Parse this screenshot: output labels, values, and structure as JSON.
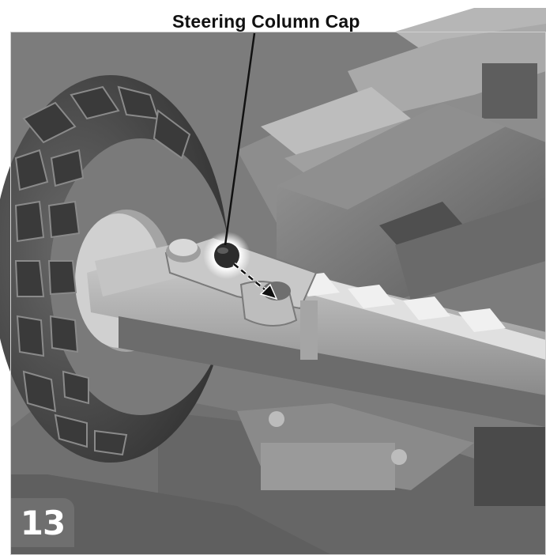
{
  "callout": {
    "label": "Steering Column Cap",
    "icon": "steering-column-cap"
  },
  "step": {
    "number": "13"
  },
  "colors": {
    "line": "#111111",
    "badge": "#6f6f6f",
    "frame": "#bfbfbf"
  }
}
